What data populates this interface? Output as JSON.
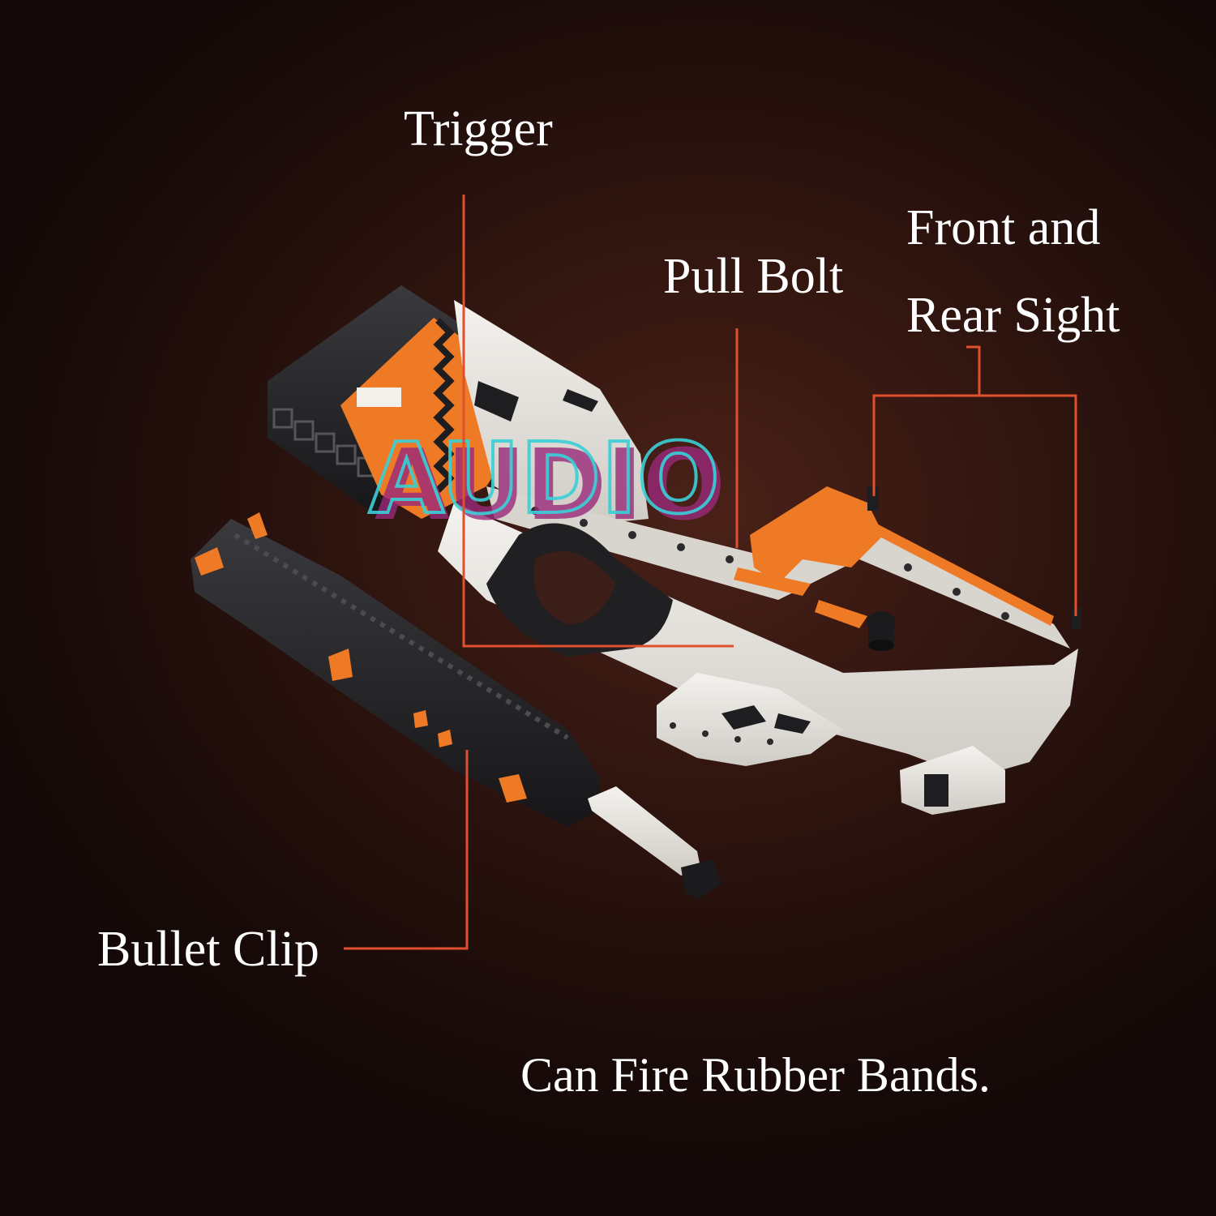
{
  "labels": {
    "trigger": "Trigger",
    "pull_bolt": "Pull Bolt",
    "sight_line1": "Front and",
    "sight_line2": "Rear Sight",
    "bullet_clip": "Bullet Clip",
    "caption": "Can Fire Rubber Bands."
  },
  "watermark": "AUDIO",
  "colors": {
    "background": "#2c130e",
    "callout_line": "#e0502e",
    "orange": "#ef7a26",
    "black_brick": "#2a2a2d",
    "white_brick": "#ece9e4",
    "label_text": "#ffffff"
  },
  "icons": [
    "toy-blaster-model",
    "magazine-model"
  ]
}
